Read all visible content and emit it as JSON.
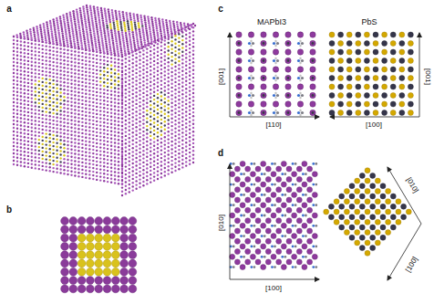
{
  "diagram": {
    "labels": [
      "a",
      "b",
      "c",
      "MAPbI3",
      "PbS",
      "[001]",
      "[110]",
      "[100]",
      "[001]",
      "d",
      "[010]",
      "[100]",
      "[010]",
      "[100]"
    ]
  }
}
